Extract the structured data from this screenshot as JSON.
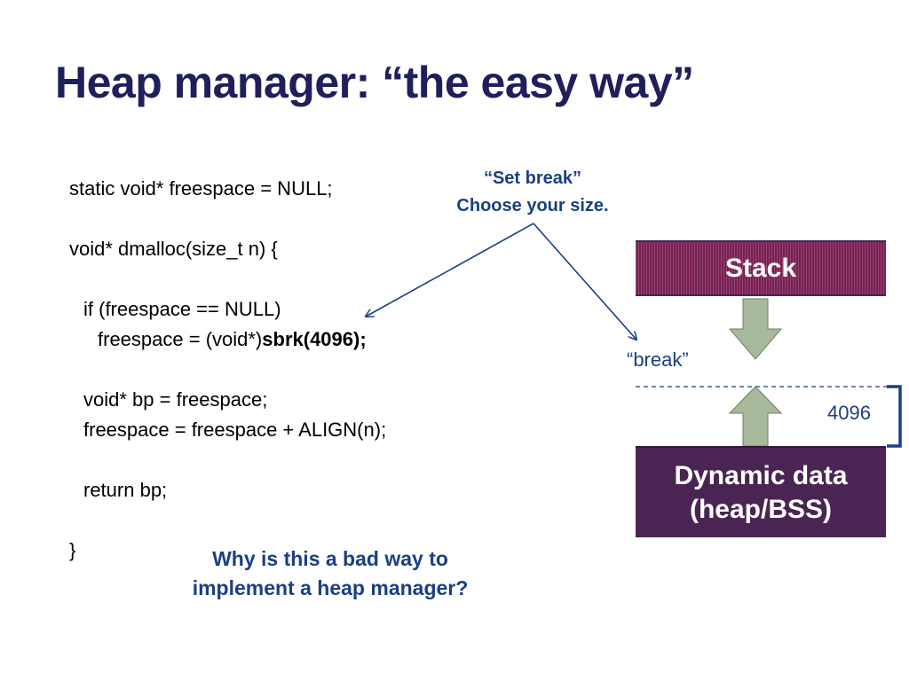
{
  "title": "Heap manager: “the easy way”",
  "code": {
    "line1": "static void* freespace = NULL;",
    "line2": "void* dmalloc(size_t n) {",
    "line3": "if (freespace == NULL)",
    "line4_prefix": "freespace = (void*)",
    "line4_bold": "sbrk(4096);",
    "line5": "void* bp = freespace;",
    "line6": "freespace = freespace + ALIGN(n);",
    "line7": "return bp;",
    "line8": "}"
  },
  "callout": {
    "line1": "“Set break”",
    "line2": "Choose your size."
  },
  "diagram": {
    "stack_label": "Stack",
    "heap_label_line1": "Dynamic data",
    "heap_label_line2": "(heap/BSS)",
    "break_label": "“break”",
    "size_label": "4096",
    "colors": {
      "stack": "#7a1f52",
      "heap": "#4a2553",
      "arrow_fill": "#a8b89a",
      "bracket": "#1b3f82"
    }
  },
  "question": {
    "line1": "Why is this a bad way to",
    "line2": "implement a heap manager?"
  }
}
